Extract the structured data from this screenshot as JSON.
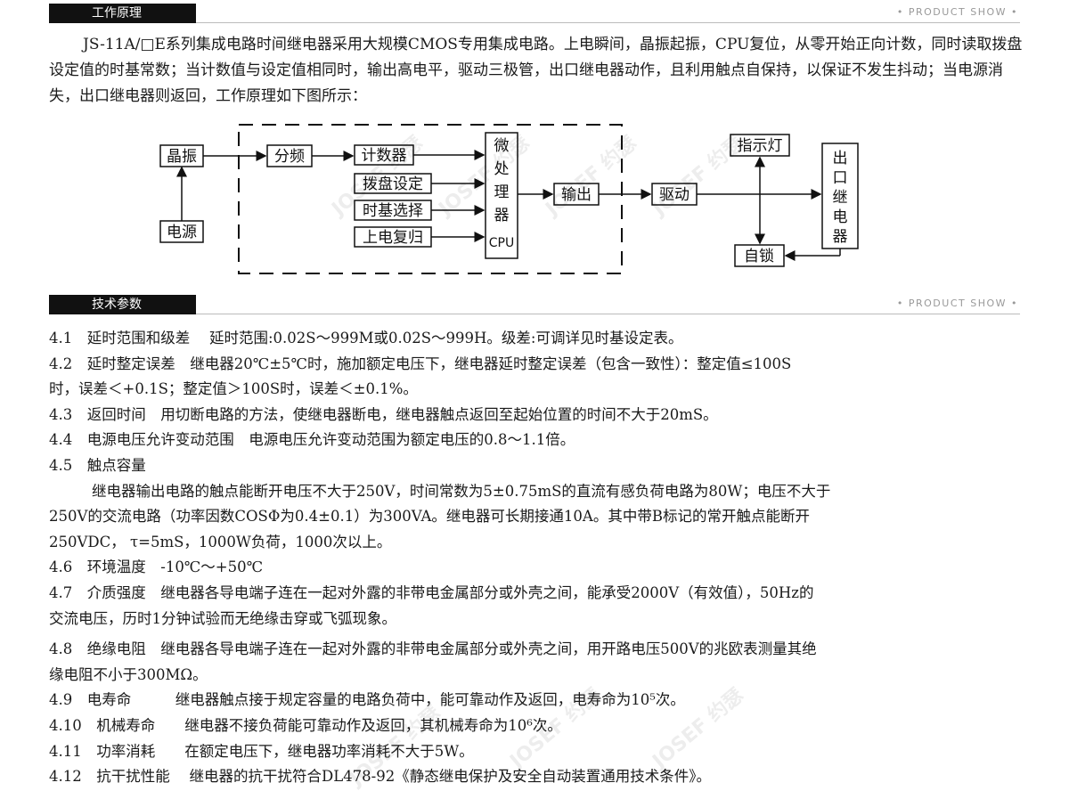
{
  "sections": {
    "principle": {
      "title": "工作原理",
      "tag": "• PRODUCT SHOW •"
    },
    "tech": {
      "title": "技术参数",
      "tag": "• PRODUCT SHOW •"
    }
  },
  "principle_text": "JS-11A/□E系列集成电路时间继电器采用大规模CMOS专用集成电路。上电瞬间，晶振起振，CPU复位，从零开始正向计数，同时读取拨盘设定值的时基常数；当计数值与设定值相同时，输出高电平，驱动三极管，出口继电器动作，且利用触点自保持，以保证不发生抖动；当电源消失，出口继电器则返回，工作原理如下图所示：",
  "diagram": {
    "crystal": "晶振",
    "power": "电源",
    "divider": "分频",
    "counter": "计数器",
    "dial": "拨盘设定",
    "timebase": "时基选择",
    "reset": "上电复归",
    "cpu": [
      "微",
      "处",
      "理",
      "器",
      "CPU"
    ],
    "output": "输出",
    "drive": "驱动",
    "indicator": "指示灯",
    "selflock": "自锁",
    "relay": [
      "出",
      "口",
      "继",
      "电",
      "器"
    ]
  },
  "watermark": "JOSEF 约瑟",
  "specs": [
    "4.1　延时范围和级差　 延时范围:0.02S～999M或0.02S～999H。级差:可调详见时基设定表。",
    "4.2　延时整定误差　继电器20℃±5℃时，施加额定电压下，继电器延时整定误差（包含一致性）：整定值≤100S",
    "时，误差＜+0.1S；整定值＞100S时，误差＜±0.1%。",
    "4.3　返回时间　用切断电路的方法，使继电器断电，继电器触点返回至起始位置的时间不大于20mS。",
    "4.4　电源电压允许变动范围　电源电压允许变动范围为额定电压的0.8～1.1倍。",
    "4.5　触点容量",
    "继电器输出电路的触点能断开电压不大于250V，时间常数为5±0.75mS的直流有感负荷电路为80W；电压不大于",
    "250V的交流电路（功率因数COSΦ为0.4±0.1）为300VA。继电器可长期接通10A。其中带B标记的常开触点能断开",
    "250VDC， τ=5mS，1000W负荷，1000次以上。",
    "4.6　环境温度　-10℃～+50℃",
    "4.7　介质强度　继电器各导电端子连在一起对外露的非带电金属部分或外壳之间，能承受2000V（有效值），50Hz的",
    "交流电压，历时1分钟试验而无绝缘击穿或飞弧现象。",
    "4.8　绝缘电阻　继电器各导电端子连在一起对外露的非带电金属部分或外壳之间，用开路电压500V的兆欧表测量其绝",
    "缘电阻不小于300MΩ。",
    "4.9　电寿命　　　继电器触点接于规定容量的电路负荷中，能可靠动作及返回，电寿命为10⁵次。",
    "4.10　机械寿命　　继电器不接负荷能可靠动作及返回，其机械寿命为10⁶次。",
    "4.11　功率消耗　　在额定电压下，继电器功率消耗不大于5W。",
    "4.12　抗干扰性能　 继电器的抗干扰符合DL478-92《静态继电保护及安全自动装置通用技术条件》。"
  ]
}
